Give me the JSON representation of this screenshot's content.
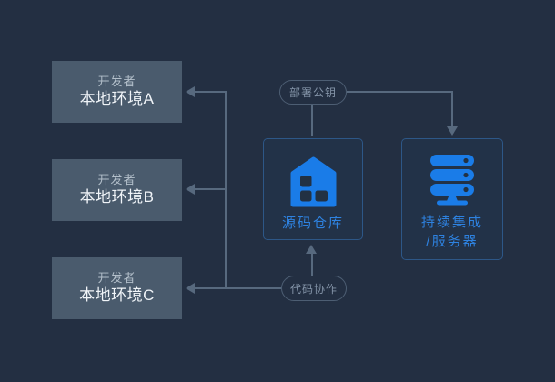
{
  "diagram": {
    "developers": [
      {
        "role": "开发者",
        "env": "本地环境A"
      },
      {
        "role": "开发者",
        "env": "本地环境B"
      },
      {
        "role": "开发者",
        "env": "本地环境C"
      }
    ],
    "repository": {
      "label": "源码仓库"
    },
    "ci_server": {
      "label_line1": "持续集成",
      "label_line2": "/服务器"
    },
    "edges": {
      "deploy_key": "部署公钥",
      "code_collaboration": "代码协作"
    }
  },
  "colors": {
    "background": "#232f42",
    "dev_box_fill": "#4a5b6d",
    "dev_role_text": "#b3bfca",
    "dev_env_text": "#f0f4f8",
    "node_border": "#2d5787",
    "node_icon_blue": "#1a7ce8",
    "node_label_blue": "#2e82e0",
    "connector": "#57697e",
    "pill_border": "#4d5e73",
    "pill_text": "#8494a8"
  }
}
